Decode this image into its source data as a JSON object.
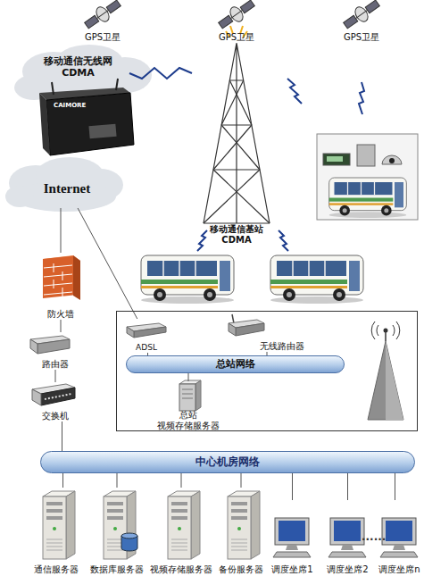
{
  "diagram": {
    "nodes": [
      {
        "text": [
          "GPS卫星"
        ]
      },
      {
        "text": [
          "GPS卫星"
        ]
      },
      {
        "text": [
          "GPS卫星"
        ]
      },
      {
        "text": [
          "移动通信无线网 CDMA"
        ]
      },
      {
        "text": [
          "移动通信基站 CDMA"
        ]
      },
      {
        "text": [
          "Internet"
        ]
      },
      {
        "text": [
          "防火墙"
        ]
      },
      {
        "text": [
          "路由器"
        ]
      },
      {
        "text": [
          "交换机"
        ]
      },
      {
        "text": []
      },
      {
        "text": [
          "ADSL"
        ],
        "in": 9
      },
      {
        "text": [
          "无线路由器"
        ],
        "in": 9
      },
      {
        "text": [
          "总站网络"
        ],
        "in": 9
      },
      {
        "text": [
          "总站 视频存储服务器"
        ],
        "in": 9
      },
      {
        "text": [
          "中心机房网络"
        ]
      },
      {
        "text": [
          "通信服务器"
        ]
      },
      {
        "text": [
          "数据库服务器"
        ]
      },
      {
        "text": [
          "视频存储服务器"
        ]
      },
      {
        "text": [
          "备份服务器"
        ]
      },
      {
        "text": [
          "调度坐席1"
        ]
      },
      {
        "text": [
          "调度坐席2"
        ]
      },
      {
        "text": [
          "调度坐席n"
        ]
      }
    ],
    "edges": [
      {
        "from": 3,
        "to": 4,
        "arrow": "none"
      },
      {
        "from": 5,
        "to": 10,
        "arrow": "none"
      },
      {
        "from": 5,
        "to": 6,
        "arrow": "none"
      },
      {
        "from": 6,
        "to": 7,
        "arrow": "none"
      },
      {
        "from": 7,
        "to": 8,
        "arrow": "none"
      },
      {
        "from": 8,
        "to": 14,
        "arrow": "none"
      },
      {
        "from": 10,
        "to": 12,
        "arrow": "none"
      },
      {
        "from": 11,
        "to": 12,
        "arrow": "none"
      },
      {
        "from": 13,
        "to": 12,
        "arrow": "none"
      },
      {
        "from": 14,
        "to": 15,
        "arrow": "none"
      },
      {
        "from": 14,
        "to": 16,
        "arrow": "none"
      },
      {
        "from": 14,
        "to": 17,
        "arrow": "none"
      },
      {
        "from": 14,
        "to": 18,
        "arrow": "none"
      },
      {
        "from": 14,
        "to": 19,
        "arrow": "none"
      },
      {
        "from": 14,
        "to": 20,
        "arrow": "none"
      },
      {
        "from": 14,
        "to": 21,
        "arrow": "none"
      }
    ],
    "labels": [
      "CAIMORE",
      "......"
    ]
  }
}
